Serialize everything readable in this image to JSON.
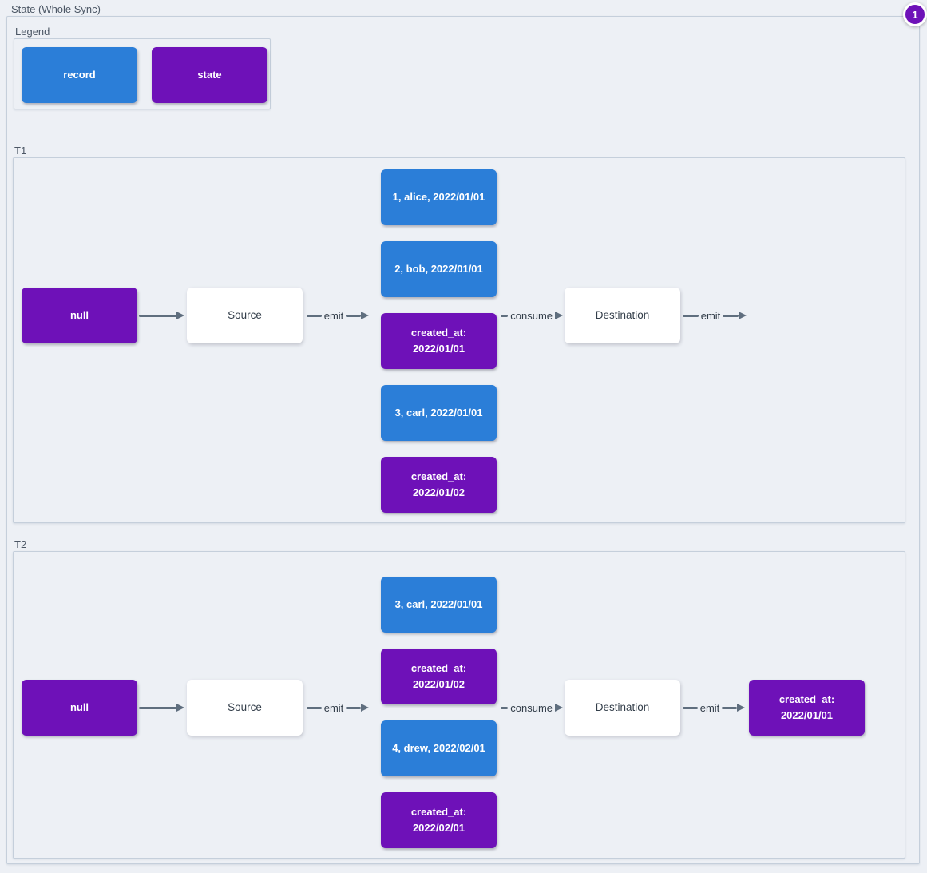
{
  "title": "State (Whole Sync)",
  "badge": {
    "value": "1"
  },
  "colors": {
    "record": "#2b7ed8",
    "state": "#6e11b8",
    "edge": "#5f6e7e",
    "background": "#edf0f5"
  },
  "legend": {
    "label": "Legend",
    "items": [
      {
        "label": "record",
        "type": "record"
      },
      {
        "label": "state",
        "type": "state"
      }
    ]
  },
  "timelines": [
    {
      "label": "T1",
      "input": {
        "text": "null",
        "type": "state"
      },
      "source_label": "Source",
      "destination_label": "Destination",
      "emit_label": "emit",
      "consume_label": "consume",
      "emit_out_label": "emit",
      "stack": [
        {
          "text": "1, alice, 2022/01/01",
          "type": "record"
        },
        {
          "text": "2, bob, 2022/01/01",
          "type": "record"
        },
        {
          "text": "created_at:\n2022/01/01",
          "type": "state"
        },
        {
          "text": "3, carl, 2022/01/01",
          "type": "record"
        },
        {
          "text": "created_at:\n2022/01/02",
          "type": "state"
        }
      ],
      "output": null
    },
    {
      "label": "T2",
      "input": {
        "text": "null",
        "type": "state"
      },
      "source_label": "Source",
      "destination_label": "Destination",
      "emit_label": "emit",
      "consume_label": "consume",
      "emit_out_label": "emit",
      "stack": [
        {
          "text": "3, carl, 2022/01/01",
          "type": "record"
        },
        {
          "text": "created_at:\n2022/01/02",
          "type": "state"
        },
        {
          "text": "4, drew, 2022/02/01",
          "type": "record"
        },
        {
          "text": "created_at:\n2022/02/01",
          "type": "state"
        }
      ],
      "output": {
        "text": "created_at:\n2022/01/01",
        "type": "state"
      }
    }
  ]
}
